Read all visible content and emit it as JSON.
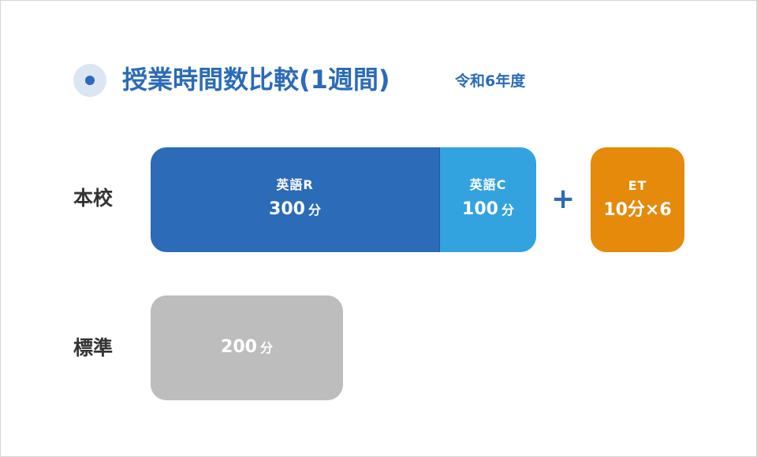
{
  "title": "授業時間数比較(1週間)",
  "subtitle": "令和6年度",
  "unit": "分",
  "plus_sign": "+",
  "colors": {
    "title": "#2b6bb8",
    "english_r": "#2b6bb8",
    "english_c": "#33a3e0",
    "et": "#e58a0a",
    "standard": "#bdbdbd"
  },
  "chart_data": {
    "type": "bar",
    "orientation": "horizontal",
    "stacked": true,
    "title": "授業時間数比較(1週間)",
    "subtitle": "令和6年度",
    "categories": [
      "本校",
      "標準"
    ],
    "value_unit": "分",
    "series": [
      {
        "name": "英語R",
        "values": [
          300,
          null
        ]
      },
      {
        "name": "英語C",
        "values": [
          100,
          null
        ]
      },
      {
        "name": "",
        "values": [
          null,
          200
        ]
      }
    ],
    "extra": {
      "name": "ET",
      "category": "本校",
      "value_text": "10分×6",
      "per_session": 10,
      "sessions": 6
    },
    "xlim": [
      0,
      400
    ]
  }
}
